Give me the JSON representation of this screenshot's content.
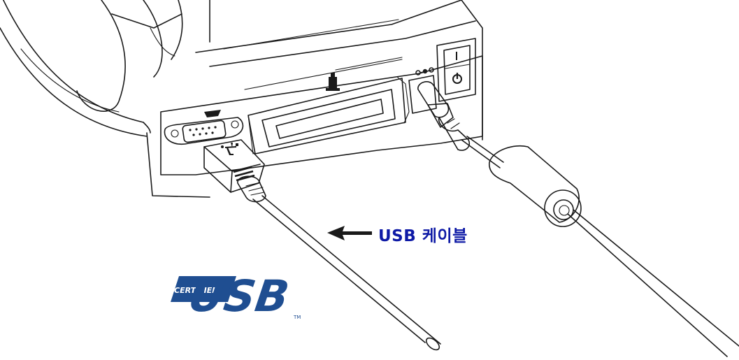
{
  "callout": {
    "label": "USB 케이블"
  },
  "logo": {
    "top_word": "CERTIFIED",
    "main_word": "USB",
    "trademark": "TM"
  },
  "colors": {
    "callout_text": "#0e1aa6",
    "logo_blue": "#1f4e91",
    "line": "#1a1a1a"
  },
  "icons": {
    "serial_port": "db9-serial-port-icon",
    "parallel_port": "parallel-port-icon",
    "usb_port": "usb-port-icon",
    "power_jack": "dc-power-jack-icon",
    "power_switch": "power-switch-icon"
  }
}
